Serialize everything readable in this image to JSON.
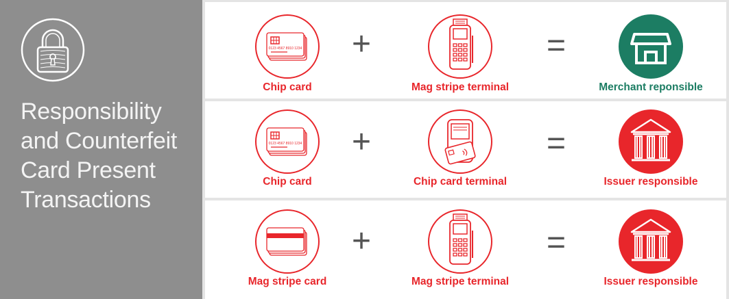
{
  "title_lines": [
    "Responsibility",
    "and Counterfeit",
    "Card Present",
    "Transactions"
  ],
  "icons": {
    "lock": "lock-icon",
    "chip_card": "chip-card-icon",
    "mag_card": "mag-stripe-card-icon",
    "mag_terminal": "mag-stripe-terminal-icon",
    "chip_terminal": "chip-card-terminal-icon",
    "store": "store-icon",
    "bank": "bank-icon"
  },
  "colors": {
    "accent_red": "#e8262b",
    "merchant_green": "#1c7d63",
    "panel_gray": "#8e8e8e"
  },
  "card_number": "0123 4567 8910 1234",
  "operators": {
    "plus": "+",
    "equals": "="
  },
  "rows": [
    {
      "card": "Chip card",
      "terminal": "Mag stripe terminal",
      "result": "Merchant reponsible"
    },
    {
      "card": "Chip card",
      "terminal": "Chip card terminal",
      "result": "Issuer responsible"
    },
    {
      "card": "Mag stripe card",
      "terminal": "Mag stripe terminal",
      "result": "Issuer responsible"
    }
  ]
}
